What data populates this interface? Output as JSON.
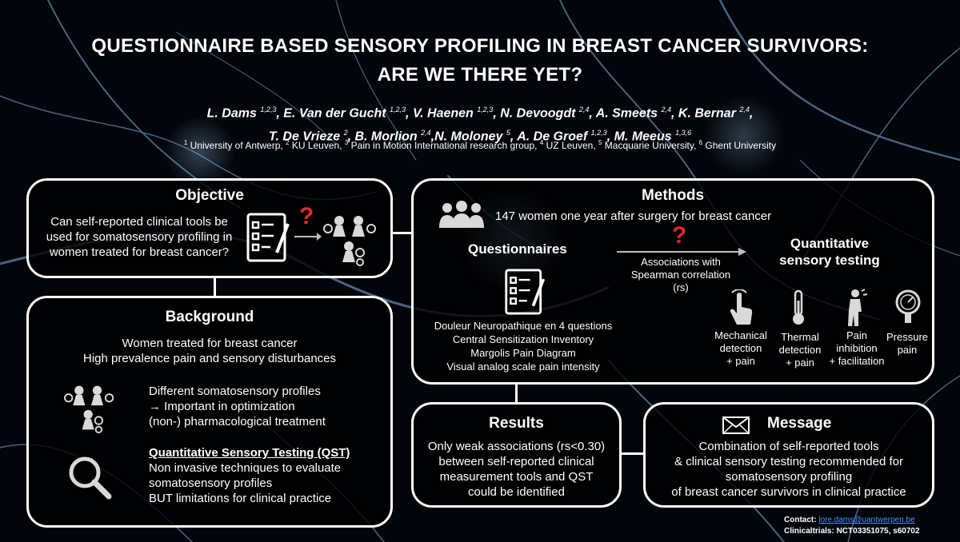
{
  "header": {
    "title_line1": "QUESTIONNAIRE BASED SENSORY PROFILING IN BREAST CANCER SURVIVORS:",
    "title_line2": "ARE WE THERE YET?",
    "authors": [
      {
        "name": "L. Dams",
        "sup": "1,2,3",
        "sep": ", "
      },
      {
        "name": "E. Van der Gucht",
        "sup": "1,2,3",
        "sep": ", "
      },
      {
        "name": "V. Haenen",
        "sup": "1,2,3",
        "sep": ", "
      },
      {
        "name": "N. Devoogdt",
        "sup": "2,4",
        "sep": ", "
      },
      {
        "name": "A. Smeets",
        "sup": "2,4",
        "sep": ", "
      },
      {
        "name": "K. Bernar",
        "sup": "2,4",
        "sep": ", "
      },
      {
        "name": "T. De Vrieze",
        "sup": "2",
        "sep": ", "
      },
      {
        "name": "B. Morlion",
        "sup": "2,4",
        "sep": ","
      },
      {
        "name": "N. Moloney",
        "sup": "5",
        "sep": ", "
      },
      {
        "name": "A. De Groef",
        "sup": "1,2,3",
        "sep": ", "
      },
      {
        "name": "M. Meeus",
        "sup": "1,3,6",
        "sep": ""
      }
    ],
    "affiliations": [
      {
        "sup": "1",
        "name": "University of Antwerp",
        "sep": ", "
      },
      {
        "sup": "2",
        "name": "KU Leuven",
        "sep": ", "
      },
      {
        "sup": "3",
        "name": "Pain in Motion International research group",
        "sep": ", "
      },
      {
        "sup": "4",
        "name": "UZ Leuven",
        "sep": ", "
      },
      {
        "sup": "5",
        "name": "Macquarie University",
        "sep": ", "
      },
      {
        "sup": "6",
        "name": "Ghent University",
        "sep": ""
      }
    ]
  },
  "objective": {
    "title": "Objective",
    "lines": [
      "Can self-reported clinical tools be",
      "used for somatosensory profiling in",
      "women treated for breast cancer?"
    ],
    "question_mark": "?"
  },
  "background": {
    "title": "Background",
    "intro": [
      "Women treated for breast cancer",
      "High prevalence pain and sensory disturbances"
    ],
    "profiles": [
      "Different somatosensory profiles",
      "→ Important in optimization",
      "(non-) pharmacological treatment"
    ],
    "qst_heading": "Quantitative Sensory Testing (QST)",
    "qst_lines": [
      "Non invasive techniques to evaluate",
      "somatosensory profiles",
      "BUT limitations for clinical practice"
    ]
  },
  "methods": {
    "title": "Methods",
    "participants": "147 women one year after surgery for breast cancer",
    "questionnaires_heading": "Questionnaires",
    "association_lines": [
      "Associations with",
      "Spearman correlation",
      "(rs)"
    ],
    "question_mark": "?",
    "qst_heading_lines": [
      "Quantitative",
      "sensory testing"
    ],
    "questionnaire_list": [
      "Douleur Neuropathique en 4 questions",
      "Central Sensitization Inventory",
      "Margolis Pain Diagram",
      "Visual analog scale pain intensity"
    ],
    "tests": [
      {
        "icon": "finger-touch-icon",
        "lines": [
          "Mechanical",
          "detection",
          "+ pain"
        ]
      },
      {
        "icon": "thermometer-icon",
        "lines": [
          "Thermal",
          "detection",
          "+ pain"
        ]
      },
      {
        "icon": "person-pain-icon",
        "lines": [
          "Pain",
          "inhibition",
          "+ facilitation"
        ]
      },
      {
        "icon": "pressure-gauge-icon",
        "lines": [
          "Pressure",
          "pain"
        ]
      }
    ]
  },
  "results": {
    "title": "Results",
    "lines": [
      "Only weak associations (rs<0.30)",
      "between self-reported clinical",
      "measurement tools and QST",
      "could be identified"
    ]
  },
  "message": {
    "title": "Message",
    "lines": [
      "Combination of self-reported tools",
      "& clinical sensory testing recommended for",
      "somatosensory profiling",
      "of breast cancer survivors in clinical practice"
    ]
  },
  "footer": {
    "contact_label": "Contact: ",
    "contact_email": "lore.dams@uantwerpen.be",
    "trials": "Clinicaltrials: NCT03351075, s60702"
  },
  "colors": {
    "accent_red": "#e0282a",
    "link": "#4a90ff",
    "panel_border": "#ffffff",
    "arrow_gray": "#bfbfbf"
  }
}
